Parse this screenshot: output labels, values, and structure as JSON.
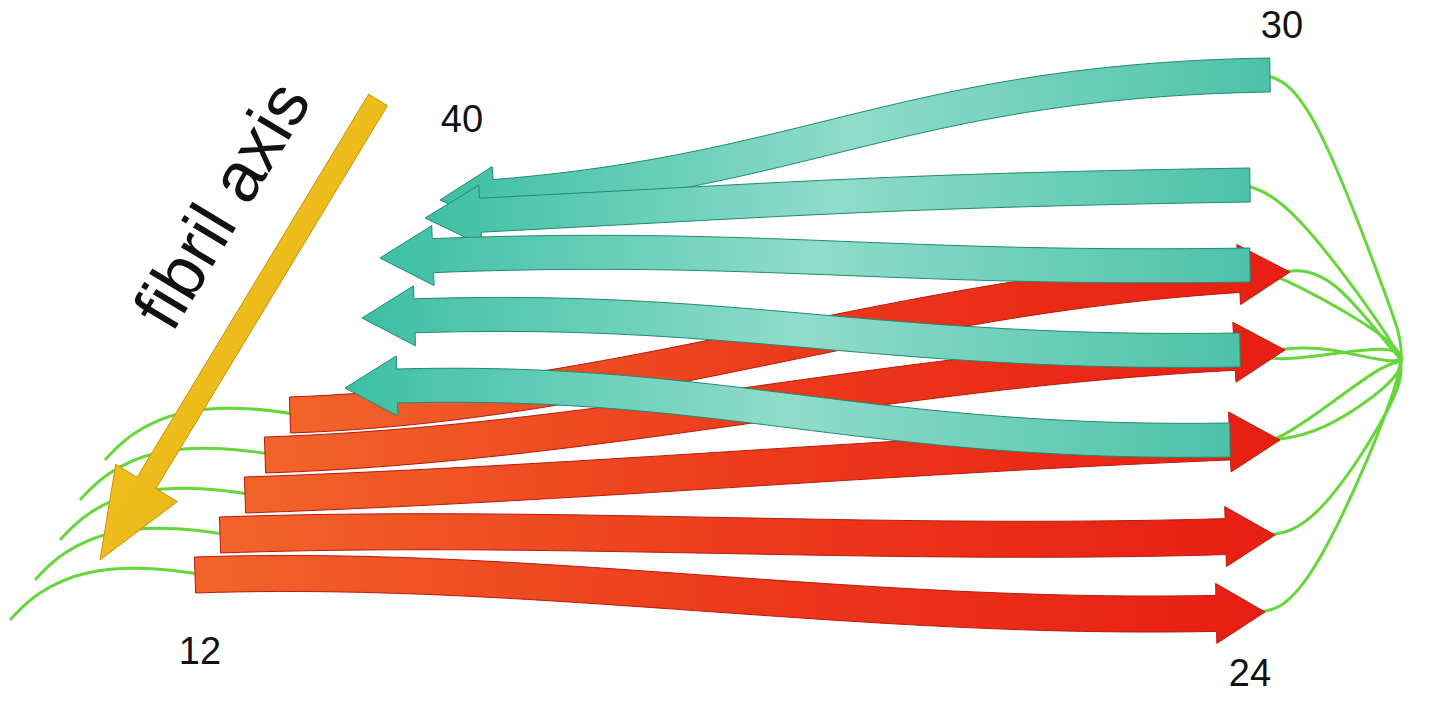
{
  "diagram": {
    "labels": [
      "30",
      "fibril axis",
      "40",
      "12",
      "24"
    ]
  }
}
